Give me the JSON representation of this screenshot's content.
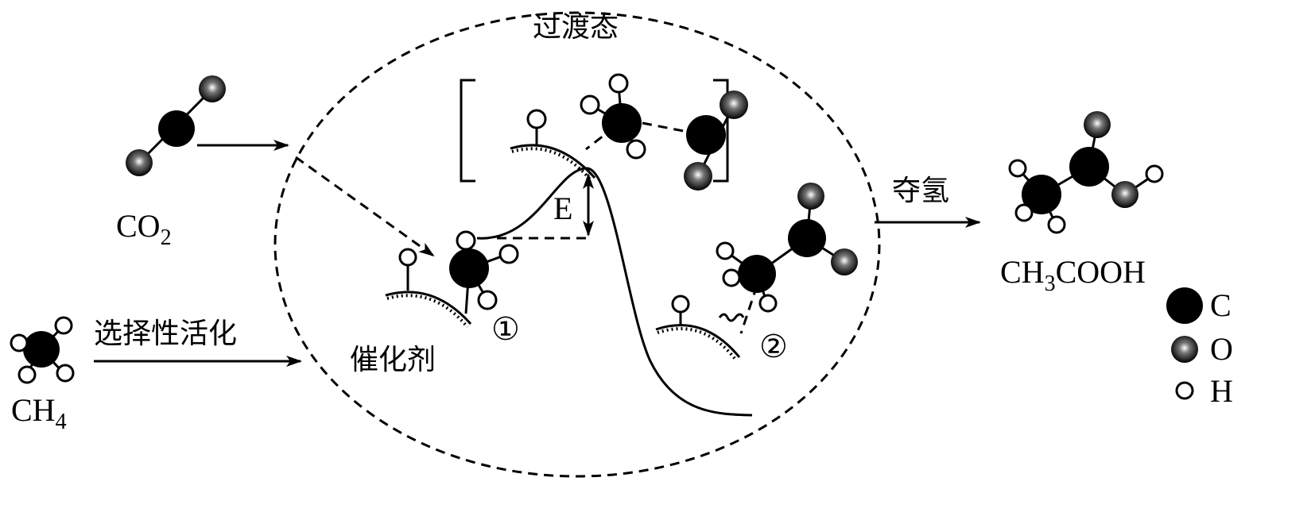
{
  "title": "CH4 and CO2 catalytic conversion to CH3COOH",
  "labels": {
    "transition_state": "过渡态",
    "selective_activation": "选择性活化",
    "catalyst": "催化剂",
    "step1": "①",
    "step2": "②",
    "hydrogen_abstraction": "夺氢",
    "energy": "E"
  },
  "molecules": {
    "co2": {
      "main": "CO",
      "sub": "2"
    },
    "ch4": {
      "main": "CH",
      "sub": "4"
    },
    "product": {
      "a": "CH",
      "sub": "3",
      "b": "COOH"
    }
  },
  "legend": [
    {
      "atom": "carbon",
      "label": "C"
    },
    {
      "atom": "oxygen",
      "label": "O"
    },
    {
      "atom": "hydrogen",
      "label": "H"
    }
  ]
}
